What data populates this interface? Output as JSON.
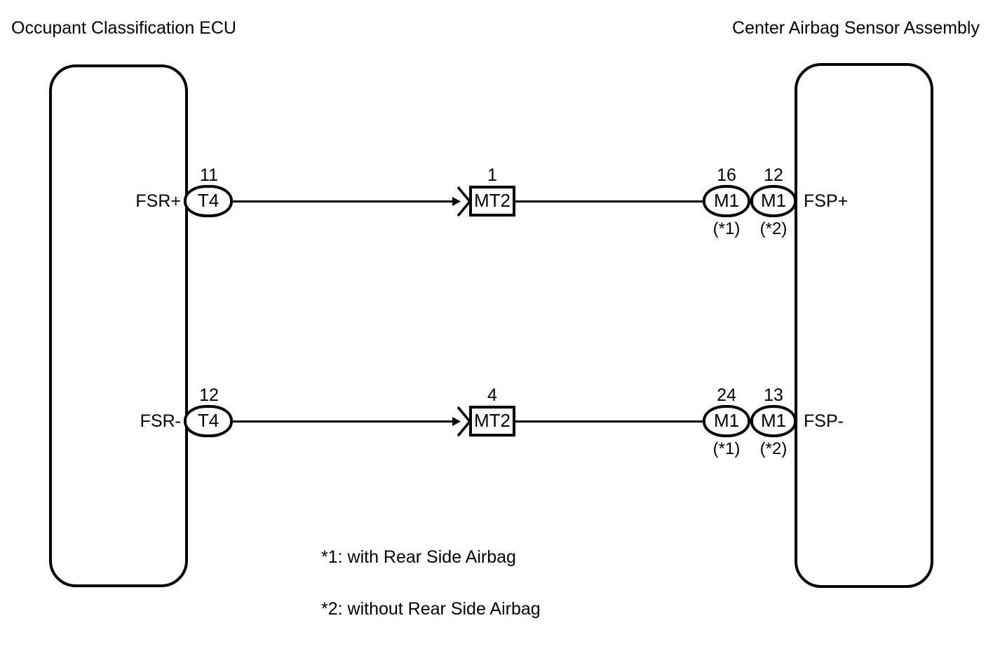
{
  "titles": {
    "left": "Occupant Classification ECU",
    "right": "Center Airbag Sensor Assembly"
  },
  "wires": [
    {
      "left_label": "FSR+",
      "left_pin": "11",
      "left_connector": "T4",
      "mid_pin": "1",
      "mid_connector": "MT2",
      "right_pin_a": "16",
      "right_connector_a": "M1",
      "right_note_a": "(*1)",
      "right_pin_b": "12",
      "right_connector_b": "M1",
      "right_note_b": "(*2)",
      "right_label": "FSP+"
    },
    {
      "left_label": "FSR-",
      "left_pin": "12",
      "left_connector": "T4",
      "mid_pin": "4",
      "mid_connector": "MT2",
      "right_pin_a": "24",
      "right_connector_a": "M1",
      "right_note_a": "(*1)",
      "right_pin_b": "13",
      "right_connector_b": "M1",
      "right_note_b": "(*2)",
      "right_label": "FSP-"
    }
  ],
  "legend": [
    "*1: with Rear Side Airbag",
    "*2: without Rear Side Airbag"
  ],
  "icons": {
    "junction": "wire-junction-chevron"
  },
  "colors": {
    "line": "#000000",
    "background": "#ffffff"
  }
}
